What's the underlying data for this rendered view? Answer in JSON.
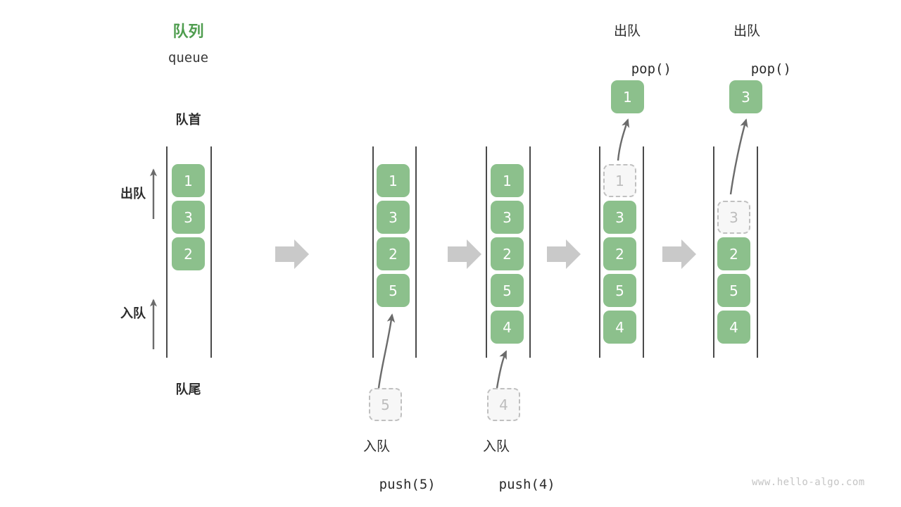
{
  "diagram": {
    "title_cn": "队列",
    "title_code": "queue",
    "head_label": "队首",
    "tail_label": "队尾",
    "dequeue_label": "出队",
    "enqueue_label": "入队",
    "watermark": "www.hello-algo.com",
    "colors": {
      "cell_fill": "#8cc08c",
      "cell_text": "#ffffff",
      "ghost_fill": "#f7f7f7",
      "ghost_border": "#c0c0c0",
      "ghost_text": "#bdbdbd",
      "title_green": "#4f9d4f",
      "accent_green": "#3f8f3f",
      "rail": "#4a4a4a",
      "step_arrow": "#c9c9c9",
      "curve_arrow": "#6b6b6b",
      "text": "#2b2b2b",
      "watermark": "#c4c4c4"
    }
  },
  "steps": [
    {
      "id": "initial",
      "cells": [
        "1",
        "3",
        "2"
      ],
      "ghost_index": -1,
      "caption_cn": "",
      "caption_code": "",
      "popped": null,
      "pushed": null
    },
    {
      "id": "push-5",
      "cells": [
        "1",
        "3",
        "2",
        "5"
      ],
      "ghost_index": -1,
      "caption_cn": "入队",
      "caption_code_pre": "push(",
      "caption_code_arg": "5",
      "caption_code_post": ")",
      "popped": null,
      "pushed": "5"
    },
    {
      "id": "push-4",
      "cells": [
        "1",
        "3",
        "2",
        "5",
        "4"
      ],
      "ghost_index": -1,
      "caption_cn": "入队",
      "caption_code_pre": "push(",
      "caption_code_arg": "4",
      "caption_code_post": ")",
      "popped": null,
      "pushed": "4"
    },
    {
      "id": "pop-1",
      "cells": [
        "1",
        "3",
        "2",
        "5",
        "4"
      ],
      "ghost_index": 0,
      "caption_cn": "出队",
      "caption_code_pre": "pop(",
      "caption_code_arg": "",
      "caption_code_post": ")",
      "popped": "1",
      "pushed": null
    },
    {
      "id": "pop-3",
      "cells": [
        "3",
        "2",
        "5",
        "4"
      ],
      "ghost_index": 0,
      "caption_cn": "出队",
      "caption_code_pre": "pop(",
      "caption_code_arg": "",
      "caption_code_post": ")",
      "popped": "3",
      "pushed": null
    }
  ]
}
